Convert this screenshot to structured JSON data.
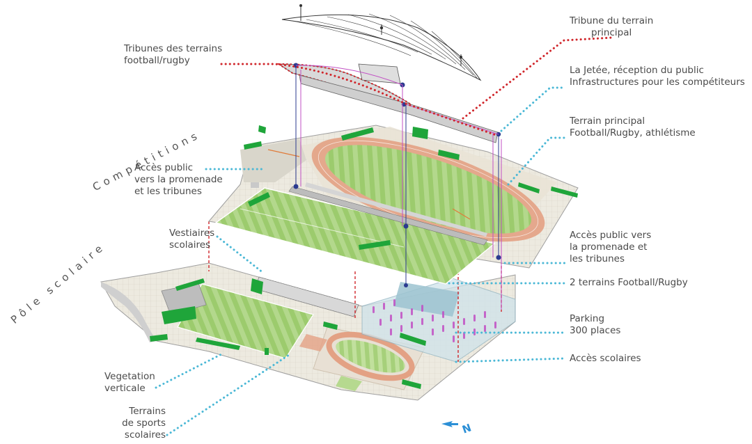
{
  "labels": {
    "tribune_principal": [
      "Tribune du terrain",
      "principal"
    ],
    "tribunes_foot": [
      "Tribunes des terrains",
      "football/rugby"
    ],
    "jetee": [
      "La Jetée, réception du public",
      "Infrastructures pour les compétiteurs"
    ],
    "terrain_principal": [
      "Terrain principal",
      "Football/Rugby, athlétisme"
    ],
    "acces_public_left": [
      "Accès public",
      "vers la promenade",
      "et les tribunes"
    ],
    "vestiaires": [
      "Vestiaires",
      "scolaires"
    ],
    "acces_public_right": [
      "Accès public vers",
      "la promenade et",
      "les tribunes"
    ],
    "deux_terrains": [
      "2 terrains Football/Rugby"
    ],
    "parking": [
      "Parking",
      "300 places"
    ],
    "acces_scolaires": [
      "Accès scolaires"
    ],
    "vegetation": [
      "Vegetation",
      "verticale"
    ],
    "terrains_sports": [
      "Terrains",
      "de sports",
      "scolaires"
    ]
  },
  "sections": {
    "competitions": "Compétitions",
    "pole_scolaire": "Pôle scolaire"
  },
  "north_arrow": {
    "n": "N"
  },
  "colors": {
    "grass": "#8cc063",
    "grass_light": "#b7d98f",
    "track": "#e3a184",
    "hedge": "#1fa53a",
    "red_leader": "#d0262b",
    "blue_leader": "#4bb8d6",
    "parking": "#a6c8d6",
    "pink": "#c14fc4",
    "north": "#2b8fd6"
  }
}
